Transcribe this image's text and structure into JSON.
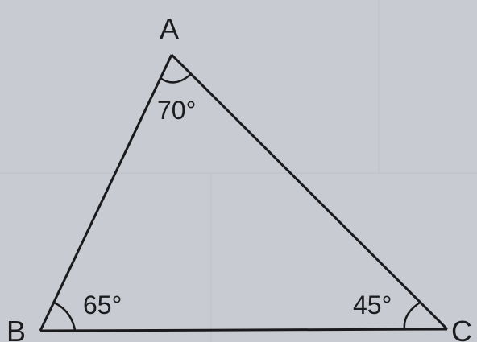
{
  "diagram": {
    "vertices": {
      "A": "A",
      "B": "B",
      "C": "C"
    },
    "angles": {
      "A": "70°",
      "B": "65°",
      "C": "45°"
    },
    "colors": {
      "stroke": "#1a1a1c",
      "text": "#1c1c1e",
      "paper": "#c9cbd3"
    }
  }
}
